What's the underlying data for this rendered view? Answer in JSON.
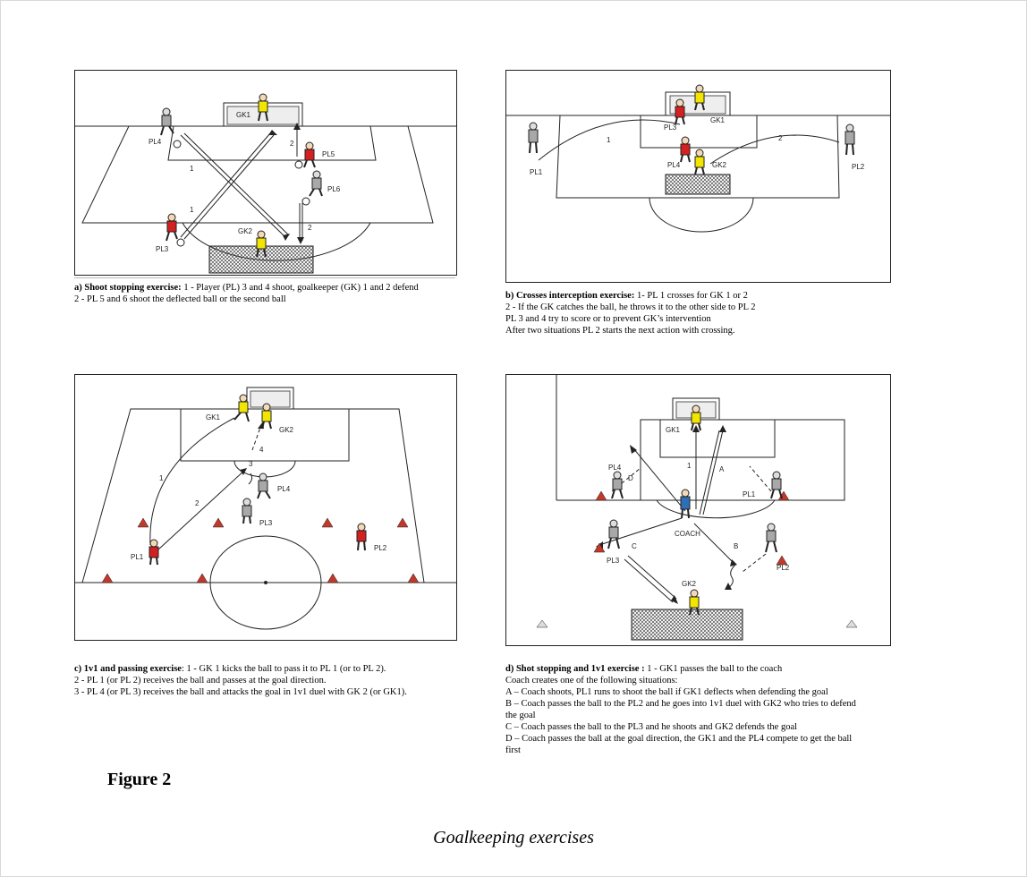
{
  "figure": {
    "label": "Figure 2",
    "title": "Goalkeeping exercises"
  },
  "panels": {
    "a": {
      "labels": {
        "gk1": "GK1",
        "gk2": "GK2",
        "pl3": "PL3",
        "pl4": "PL4",
        "pl5": "PL5",
        "pl6": "PL6",
        "n1a": "1",
        "n1b": "1",
        "n2a": "2",
        "n2b": "2"
      },
      "caption": {
        "head": "a) Shoot stopping exercise:",
        "rest": " 1 - Player (PL) 3 and 4 shoot, goalkeeper (GK) 1 and 2 defend",
        "lines": [
          "2 - PL 5 and 6 shoot the deflected ball or the second ball"
        ]
      }
    },
    "b": {
      "labels": {
        "gk1": "GK1",
        "gk2": "GK2",
        "pl1": "PL1",
        "pl2": "PL2",
        "pl3": "PL3",
        "pl4": "PL4",
        "n1": "1",
        "n2": "2"
      },
      "caption": {
        "head": "b) Crosses interception exercise:",
        "rest": " 1- PL 1 crosses for GK 1 or 2",
        "lines": [
          "2 - If the GK catches the ball, he throws it to the other side to PL 2",
          "PL 3 and 4 try to score or to prevent GK’s intervention",
          "After two situations PL 2 starts the next action with crossing."
        ]
      }
    },
    "c": {
      "labels": {
        "gk1": "GK1",
        "gk2": "GK2",
        "pl1": "PL1",
        "pl2": "PL2",
        "pl3": "PL3",
        "pl4": "PL4",
        "n1": "1",
        "n2": "2",
        "n3": "3",
        "n4": "4"
      },
      "caption": {
        "head": "c) 1v1 and passing exercise",
        "rest": ": 1 - GK 1 kicks the ball to pass it to PL 1 (or to PL 2).",
        "lines": [
          "2 - PL 1 (or PL 2) receives the ball and passes at the goal direction.",
          "3 - PL 4 (or PL 3) receives the ball and attacks the goal in 1v1 duel with GK 2 (or GK1)."
        ]
      }
    },
    "d": {
      "labels": {
        "gk1": "GK1",
        "gk2": "GK2",
        "pl1": "PL1",
        "pl2": "PL2",
        "pl3": "PL3",
        "pl4": "PL4",
        "coach": "COACH",
        "a": "A",
        "b": "B",
        "c": "C",
        "d": "D",
        "n1": "1"
      },
      "caption": {
        "head": "d) Shot stopping and 1v1 exercise :",
        "rest": " 1 - GK1 passes the ball to the coach",
        "lines": [
          "Coach creates one of the following situations:",
          "A – Coach shoots, PL1 runs to shoot the ball if GK1 deflects when defending the goal",
          "B – Coach passes the ball to the PL2 and he goes into 1v1 duel with GK2 who tries to defend",
          "the goal",
          "C – Coach passes the ball to the PL3 and he shoots and GK2 defends the goal",
          "D – Coach passes the ball at the goal direction, the GK1 and the PL4 compete to get the ball",
          "first"
        ]
      }
    }
  },
  "colors": {
    "goalkeeper": "#f2e600",
    "red_player": "#d42020",
    "grey_player": "#a8a8a8",
    "coach": "#2f6fb5",
    "cone": "#c0392b"
  }
}
